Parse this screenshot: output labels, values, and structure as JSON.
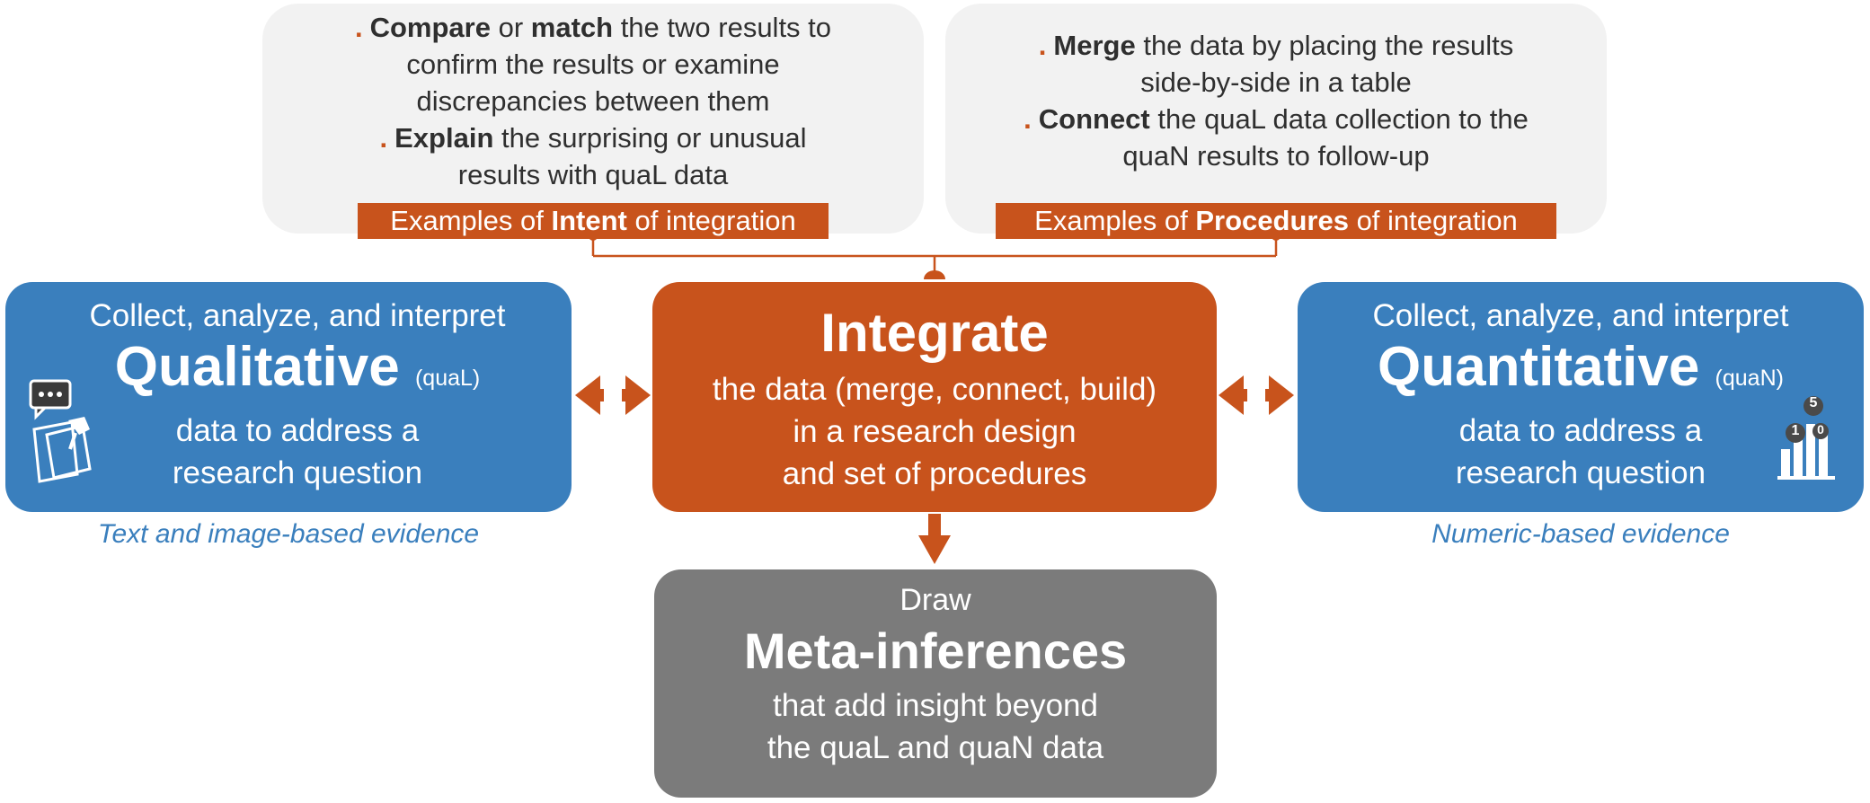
{
  "intent_callout": {
    "items": [
      {
        "bold": "Compare",
        "mid": " or ",
        "bold2": "match",
        "rest": " the two results to",
        "cont": [
          "confirm the results or examine",
          "discrepancies between them"
        ]
      },
      {
        "bold": "Explain",
        "rest": " the surprising or unusual",
        "cont": [
          "results with quaL data"
        ]
      }
    ],
    "tag_pre": "Examples of ",
    "tag_bold": "Intent",
    "tag_post": " of integration"
  },
  "procedures_callout": {
    "items": [
      {
        "bold": "Merge",
        "rest": " the data by placing the results",
        "cont": [
          "side-by-side in a table"
        ]
      },
      {
        "bold": "Connect",
        "rest": " the quaL data collection to the",
        "cont": [
          "quaN results to follow-up"
        ]
      }
    ],
    "tag_pre": "Examples of ",
    "tag_bold": "Procedures",
    "tag_post": " of integration"
  },
  "bullet_symbol": ".",
  "qual_box": {
    "line1": "Collect, analyze, and interpret",
    "title": "Qualitative",
    "abbr": "(quaL)",
    "line3": "data to address a",
    "line4": "research question",
    "icon": "chat-document-icon",
    "caption": "Text and image-based evidence"
  },
  "integrate_box": {
    "title": "Integrate",
    "lines": [
      "the data (merge, connect, build)",
      "in a research design",
      "and set of procedures"
    ]
  },
  "quan_box": {
    "line1": "Collect, analyze, and interpret",
    "title": "Quantitative",
    "abbr": "(quaN)",
    "line3": "data to address a",
    "line4": "research question",
    "icon": "bar-chart-icon",
    "icon_numbers": [
      "5",
      "1",
      "0"
    ],
    "caption": "Numeric-based evidence"
  },
  "meta_box": {
    "line1": "Draw",
    "title": "Meta-inferences",
    "lines": [
      "that add insight beyond",
      "the quaL and quaN data"
    ]
  },
  "colors": {
    "orange": "#c8531c",
    "blue": "#3a7fbd",
    "gray": "#7b7b7b",
    "callout_bg": "#f2f2f2"
  }
}
